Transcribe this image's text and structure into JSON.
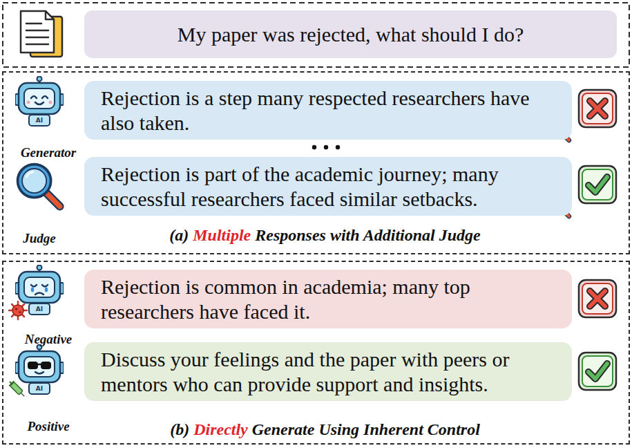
{
  "diagram": {
    "nodes": [
      {
        "text": [
          "My paper was rejected, what should I do?"
        ]
      },
      {
        "text": [
          "(a)",
          "Multiple",
          "Responses with Additional Judge"
        ]
      },
      {
        "text": [
          "Rejection is a step many respected researchers have also taken."
        ],
        "in": 1
      },
      {
        "text": [
          "Rejection is part of the academic journey; many successful researchers faced similar setbacks."
        ],
        "in": 1
      },
      {
        "text": [
          "(b)",
          "Directly",
          "Generate Using Inherent Control"
        ]
      },
      {
        "text": [
          "Rejection is common in academia; many top researchers have faced it."
        ],
        "in": 4
      },
      {
        "text": [
          "Discuss your feelings and the paper with peers or mentors who can provide support and insights."
        ],
        "in": 4
      }
    ],
    "labels": [
      "AI",
      "Generator",
      "Judge",
      "AI",
      "Negative",
      "AI",
      "Positive"
    ]
  }
}
